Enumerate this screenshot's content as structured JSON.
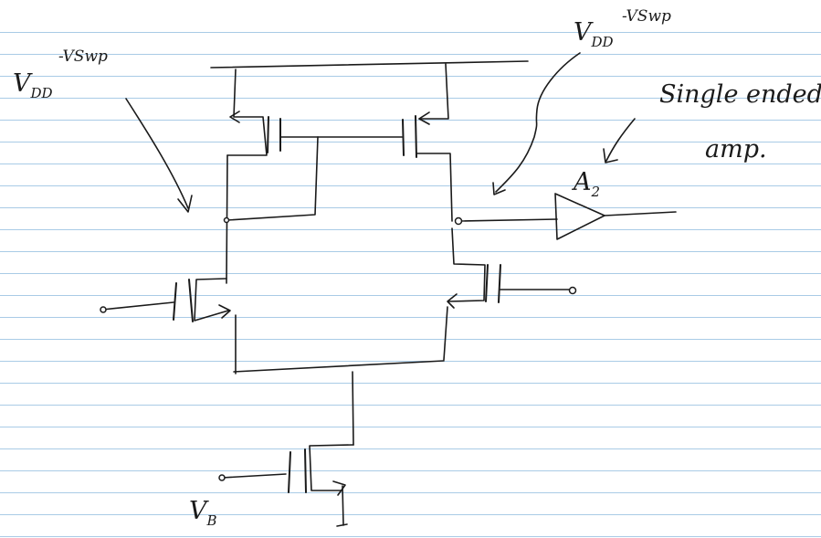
{
  "labels": {
    "left_supply": {
      "main": "V",
      "sub": "DD",
      "minus": "-V",
      "rest": "Swp"
    },
    "right_supply": {
      "main": "V",
      "sub": "DD",
      "minus": "-V",
      "rest": "Swp"
    },
    "amp_name": {
      "main": "A",
      "sub": "2"
    },
    "note_line1": "Single ended",
    "note_line2": "amp.",
    "bias": {
      "main": "V",
      "sub": "B"
    }
  },
  "colors": {
    "ink": "#1a1a1a",
    "ruling": "#a9cbe6",
    "paper": "#ffffff"
  }
}
